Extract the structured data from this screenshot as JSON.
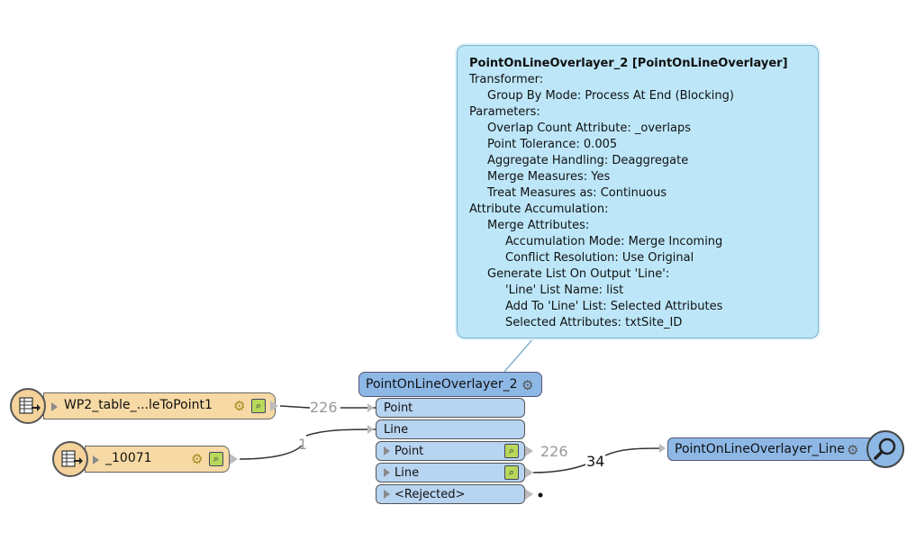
{
  "tooltip": {
    "title": "PointOnLineOverlayer_2 [PointOnLineOverlayer]",
    "lines": [
      {
        "text": "Transformer:",
        "indent": 0
      },
      {
        "text": "Group By Mode: Process At End (Blocking)",
        "indent": 1
      },
      {
        "text": "Parameters:",
        "indent": 0
      },
      {
        "text": "Overlap Count Attribute: _overlaps",
        "indent": 1
      },
      {
        "text": "Point Tolerance: 0.005",
        "indent": 1
      },
      {
        "text": "Aggregate Handling: Deaggregate",
        "indent": 1
      },
      {
        "text": "Merge Measures: Yes",
        "indent": 1
      },
      {
        "text": "Treat Measures as: Continuous",
        "indent": 1
      },
      {
        "text": "Attribute Accumulation:",
        "indent": 0
      },
      {
        "text": "Merge Attributes:",
        "indent": 1
      },
      {
        "text": "Accumulation Mode: Merge Incoming",
        "indent": 2
      },
      {
        "text": "Conflict Resolution: Use Original",
        "indent": 2
      },
      {
        "text": "Generate List On Output 'Line':",
        "indent": 1
      },
      {
        "text": "'Line' List Name: list",
        "indent": 2
      },
      {
        "text": "Add To 'Line' List: Selected Attributes",
        "indent": 2
      },
      {
        "text": "Selected Attributes: txtSite_ID",
        "indent": 2
      }
    ]
  },
  "readers": {
    "reader1": {
      "label": "WP2_table_...leToPoint1",
      "icon": "table-icon"
    },
    "reader2": {
      "label": "_10071",
      "icon": "table-icon"
    }
  },
  "transformer": {
    "title": "PointOnLineOverlayer_2",
    "inputs": {
      "point": "Point",
      "line": "Line"
    },
    "outputs": {
      "point": "Point",
      "line": "Line",
      "rejected": "<Rejected>"
    }
  },
  "writer": {
    "label": "PointOnLineOverlayer_Line",
    "icon": "magnifier-icon"
  },
  "counts": {
    "reader1_to_point": "226",
    "reader2_to_line": "1",
    "out_point": "226",
    "out_line": "34"
  },
  "colors": {
    "reader": "#f6d9a4",
    "transformer": "#8db8e6",
    "port": "#b7d4f1",
    "tooltip": "#bde7f9"
  }
}
